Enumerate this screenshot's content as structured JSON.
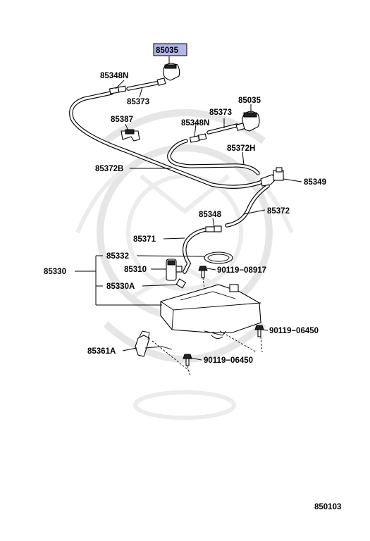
{
  "diagram": {
    "highlighted_part": "85035",
    "page_code": "850103",
    "labels": {
      "l85035_top": "85035",
      "l85348N_a": "85348N",
      "l85373_a": "85373",
      "l85035_b": "85035",
      "l85373_b": "85373",
      "l85348N_b": "85348N",
      "l85387": "85387",
      "l85372H": "85372H",
      "l85372B": "85372B",
      "l85349": "85349",
      "l85348": "85348",
      "l85372": "85372",
      "l85371": "85371",
      "l85332": "85332",
      "l85330": "85330",
      "l85310": "85310",
      "l90119_08917": "90119−08917",
      "l85330A": "85330A",
      "l90119_06450_a": "90119−06450",
      "l85361A": "85361A",
      "l90119_06450_b": "90119−06450"
    },
    "colors": {
      "highlight_fill": "#b3b6e6",
      "highlight_border": "#000000",
      "line": "#000000",
      "watermark": "#e6e6e6"
    }
  }
}
